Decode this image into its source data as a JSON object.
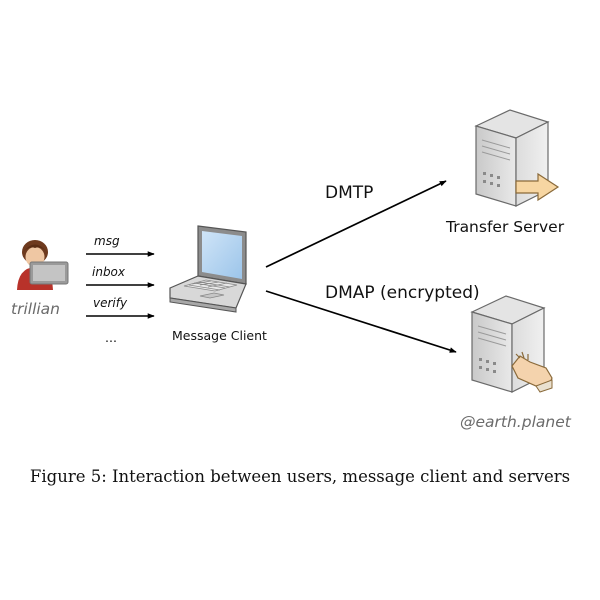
{
  "user": {
    "name": "trillian",
    "icon": "user-at-laptop-icon"
  },
  "commands": [
    "msg",
    "inbox",
    "verify",
    "..."
  ],
  "client": {
    "label": "Message Client",
    "icon": "laptop-icon"
  },
  "connections": {
    "upper": {
      "label": "DMTP"
    },
    "lower": {
      "label": "DMAP (encrypted)"
    }
  },
  "servers": {
    "transfer": {
      "label": "Transfer Server",
      "icon": "server-outgoing-arrow-icon"
    },
    "mailbox": {
      "label": "@earth.planet",
      "icon": "server-incoming-hand-icon"
    }
  },
  "caption": "Figure 5: Interaction between users, message client and servers"
}
